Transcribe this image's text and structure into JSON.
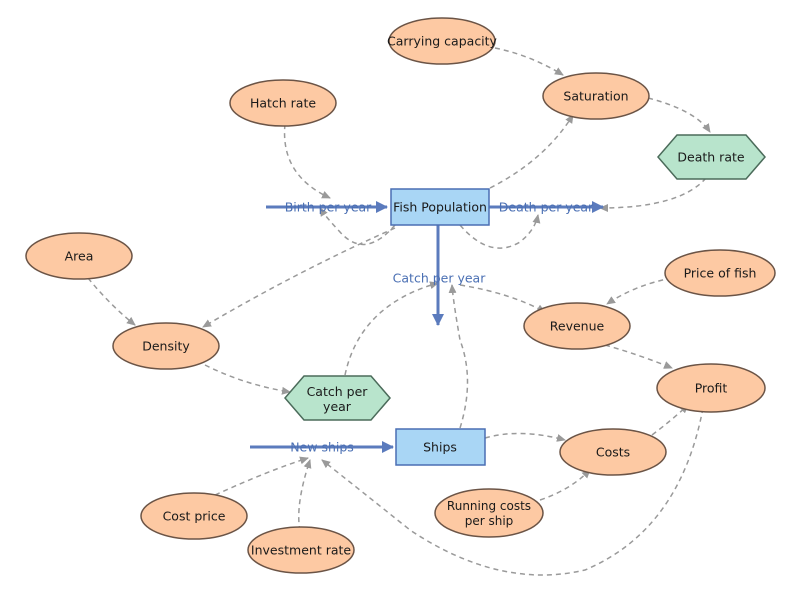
{
  "stocks": {
    "fish_population": "Fish Population",
    "ships": "Ships"
  },
  "flows": {
    "birth_per_year": "Birth per year",
    "death_per_year": "Death per year",
    "catch_per_year": "Catch per year",
    "new_ships": "New ships"
  },
  "auxiliaries": {
    "carrying_capacity": "Carrying capacity",
    "saturation": "Saturation",
    "hatch_rate": "Hatch rate",
    "area": "Area",
    "density": "Density",
    "price_of_fish": "Price of fish",
    "revenue": "Revenue",
    "profit": "Profit",
    "costs": "Costs",
    "running_costs_per_ship": "Running costs per ship",
    "cost_price": "Cost price",
    "investment_rate": "Investment rate"
  },
  "converters": {
    "death_rate": "Death rate",
    "catch_per_year": "Catch per year"
  },
  "colors": {
    "aux_fill": "#fdc9a3",
    "aux_stroke": "#6b5446",
    "converter_fill": "#b8e4cc",
    "converter_stroke": "#4b6b5a",
    "stock_fill": "#a9d6f5",
    "stock_stroke": "#4a6fb3",
    "flow": "#5b7bbd",
    "link": "#9a9a9a"
  }
}
